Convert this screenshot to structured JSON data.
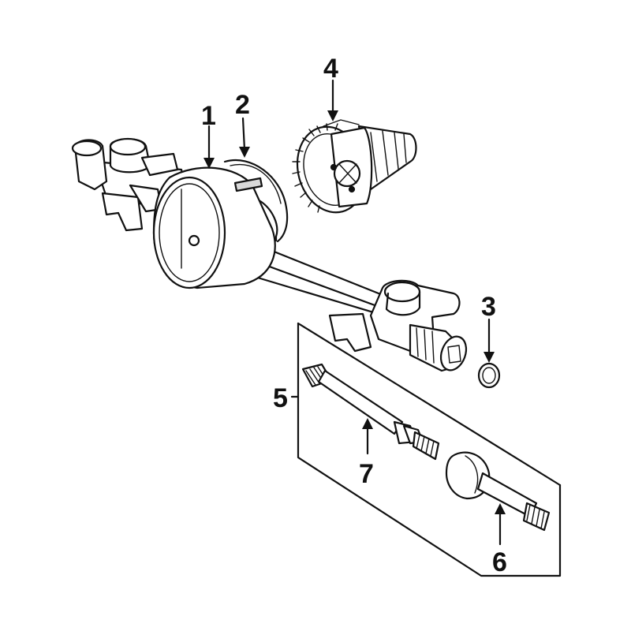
{
  "callouts": [
    {
      "id": "1",
      "label": "1"
    },
    {
      "id": "2",
      "label": "2"
    },
    {
      "id": "3",
      "label": "3"
    },
    {
      "id": "4",
      "label": "4"
    },
    {
      "id": "5",
      "label": "5"
    },
    {
      "id": "6",
      "label": "6"
    },
    {
      "id": "7",
      "label": "7"
    }
  ],
  "colors": {
    "ink": "#111111",
    "background": "#ffffff"
  }
}
